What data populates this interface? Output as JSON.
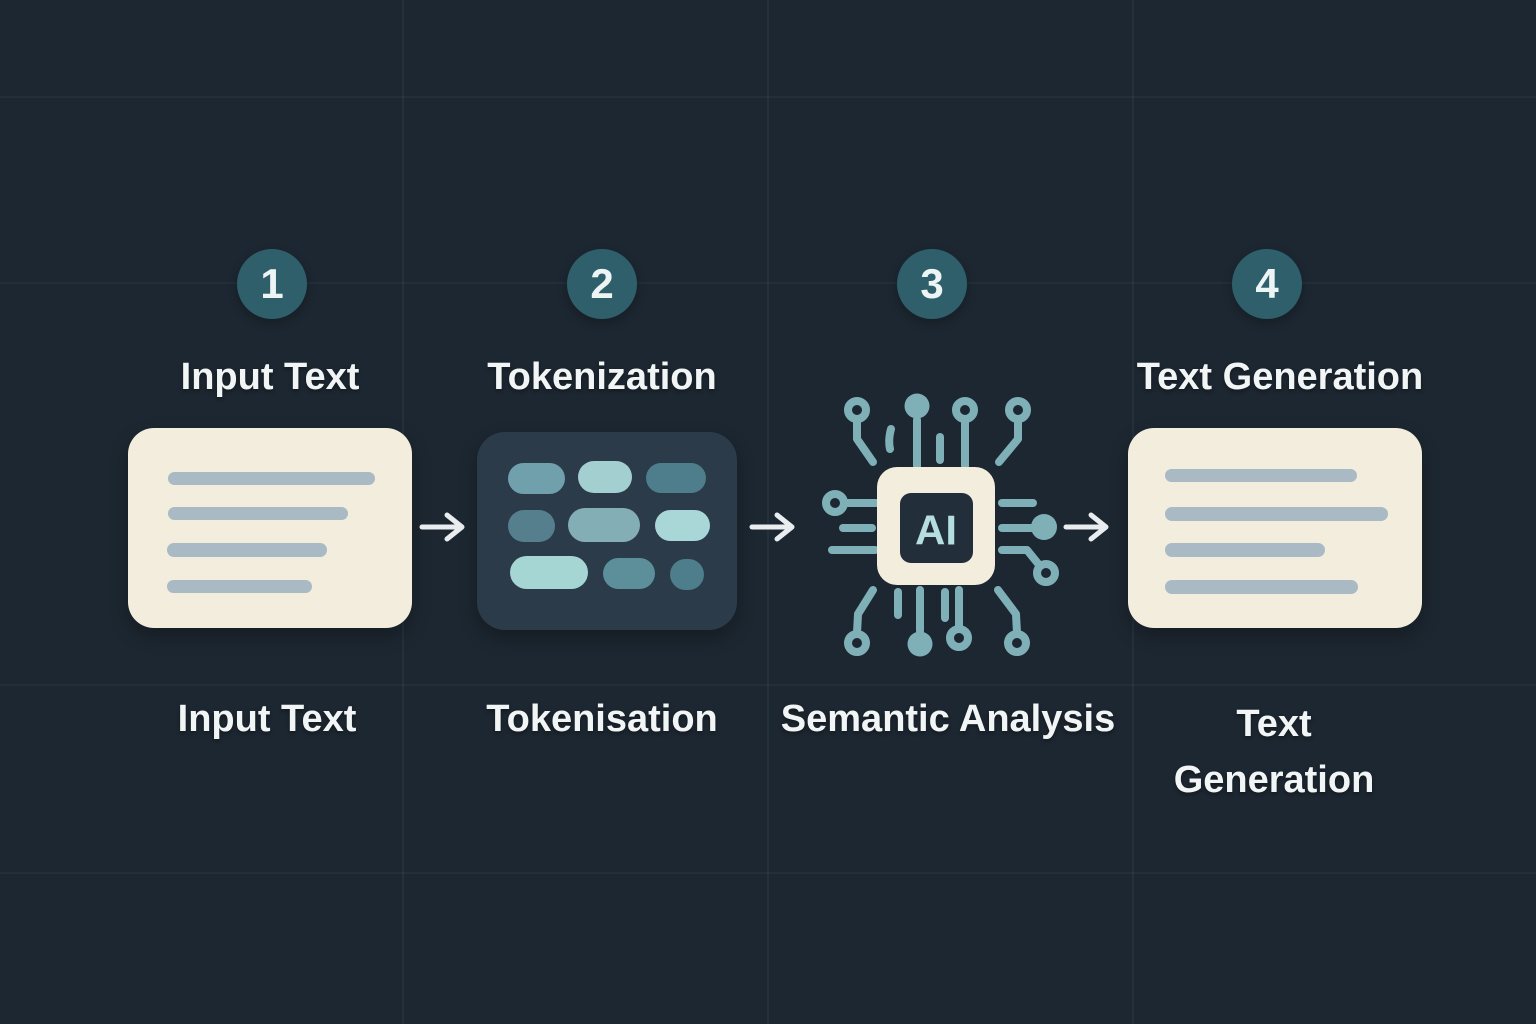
{
  "diagram": {
    "type": "process-flow",
    "subject": "AI text processing pipeline",
    "steps": [
      {
        "number": "1",
        "top_label": "Input Text",
        "bottom_label": "Input Text",
        "icon": "document-card-icon"
      },
      {
        "number": "2",
        "top_label": "Tokenization",
        "bottom_label": "Tokenisation",
        "icon": "token-grid-icon"
      },
      {
        "number": "3",
        "top_label": "",
        "bottom_label": "Semantic Analysis",
        "icon": "ai-chip-icon",
        "chip_text": "AI"
      },
      {
        "number": "4",
        "top_label": "Text Generation",
        "bottom_label": "Text Generation",
        "icon": "document-card-icon"
      }
    ],
    "connectors": {
      "count": 3,
      "icon": "right-arrow-icon"
    }
  },
  "colors": {
    "background": "#1D2731",
    "grid_line": "#37505A",
    "step_badge": "#2E5F6B",
    "label_text": "#F2F5F5",
    "card_cream": "#F2EDDC",
    "card_text_line": "#A9BAC5",
    "token_card_bg": "#2B3B4A",
    "token_light": "#A7D4D4",
    "token_medium": "#6FA0AB",
    "token_dark": "#4E7E8B",
    "circuit_trace": "#7FB0B8",
    "chip_inner": "#222E3A",
    "chip_text": "#B5DEDE",
    "arrow": "#EAEDEF"
  }
}
